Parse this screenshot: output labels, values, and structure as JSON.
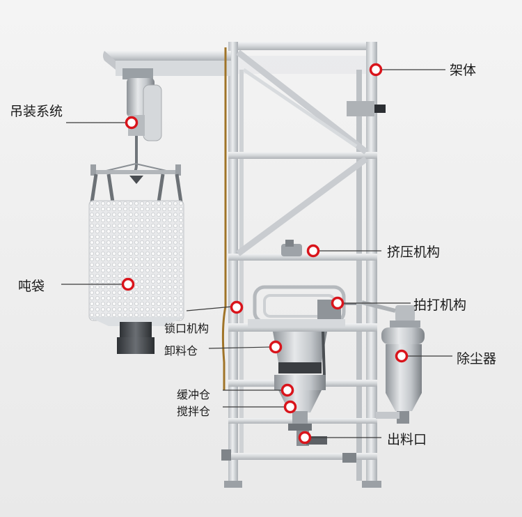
{
  "colors": {
    "marker_ring": "#d9141b",
    "frame_light": "#e2e4e6",
    "frame_mid": "#c7cacd",
    "frame_dark": "#9ea3a8",
    "leader": "#3a3a3a"
  },
  "labels": [
    {
      "id": "frame",
      "text": "架体"
    },
    {
      "id": "hoist",
      "text": "吊装系统"
    },
    {
      "id": "squeeze",
      "text": "挤压机构"
    },
    {
      "id": "bag",
      "text": "吨袋"
    },
    {
      "id": "beat",
      "text": "拍打机构"
    },
    {
      "id": "lock",
      "text": "锁口机构"
    },
    {
      "id": "unload",
      "text": "卸料仓"
    },
    {
      "id": "dust",
      "text": "除尘器"
    },
    {
      "id": "buffer",
      "text": "缓冲仓"
    },
    {
      "id": "stir",
      "text": "搅拌仓"
    },
    {
      "id": "outlet",
      "text": "出料口"
    }
  ]
}
